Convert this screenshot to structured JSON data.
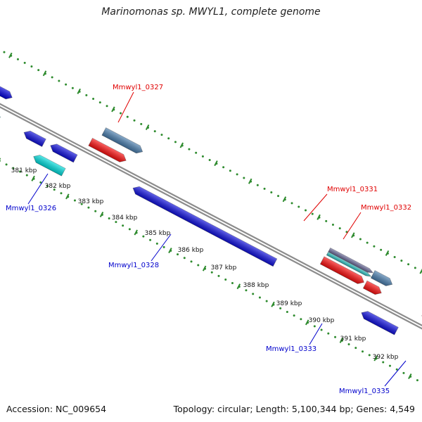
{
  "title": "Marinomonas sp. MWYL1, complete genome",
  "footer": {
    "accession": "Accession: NC_009654",
    "summary": "Topology: circular; Length: 5,100,344 bp; Genes: 4,549"
  },
  "colors": {
    "backbone": "#8c8c8c",
    "ticks": "#2e8b2e",
    "forward_label": "#e00000",
    "reverse_label": "#0000cc"
  },
  "ticks": [
    {
      "label": "381 kbp"
    },
    {
      "label": "382 kbp"
    },
    {
      "label": "383 kbp"
    },
    {
      "label": "384 kbp"
    },
    {
      "label": "385 kbp"
    },
    {
      "label": "386 kbp"
    },
    {
      "label": "387 kbp"
    },
    {
      "label": "388 kbp"
    },
    {
      "label": "389 kbp"
    },
    {
      "label": "390 kbp"
    },
    {
      "label": "391 kbp"
    },
    {
      "label": "392 kbp"
    }
  ],
  "genes": [
    {
      "label": "Mmwyl1_0327",
      "strand": "forward",
      "color": "#4a7fb0"
    },
    {
      "label": "Mmwyl1_0331",
      "strand": "forward",
      "color": "#6e6e9e"
    },
    {
      "label": "Mmwyl1_0332",
      "strand": "forward",
      "color": "#4a7fb0"
    },
    {
      "label": "Mmwyl1_0326",
      "strand": "reverse",
      "color": "#00e0e0"
    },
    {
      "label": "Mmwyl1_0328",
      "strand": "reverse",
      "color": "#1010e0"
    },
    {
      "label": "Mmwyl1_0333",
      "strand": "reverse",
      "color": "#1010e0"
    },
    {
      "label": "Mmwyl1_0335",
      "strand": "reverse",
      "color": "#c8c8c8"
    }
  ]
}
